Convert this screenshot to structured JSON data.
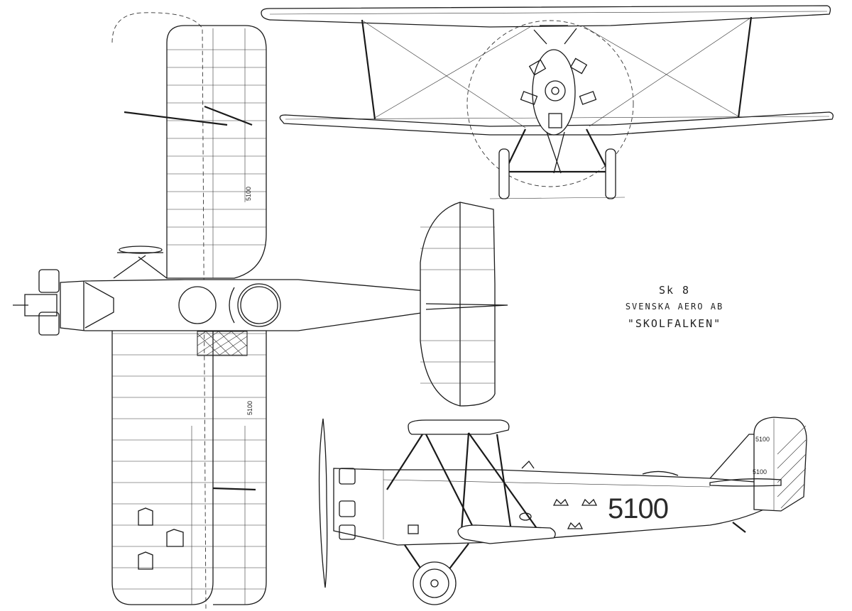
{
  "title": {
    "designation": "Sk 8",
    "manufacturer": "SVENSKA AERO AB",
    "name": "\"SKOLFALKEN\""
  },
  "markings": {
    "registration": "5100",
    "wing_reg_1": "5100",
    "wing_reg_2": "5100",
    "fin_reg": "5100",
    "tail_reg": "5100"
  },
  "colors": {
    "ink": "#1a1a1a",
    "paper": "#ffffff"
  }
}
